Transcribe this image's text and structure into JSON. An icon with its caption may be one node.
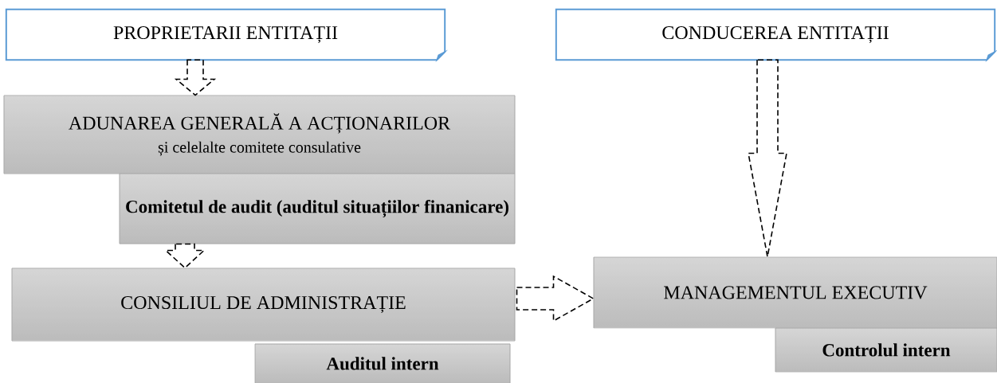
{
  "diagram": {
    "nodes": [
      {
        "text": [
          "PROPRIETARII ENTITAȚII"
        ]
      },
      {
        "text": [
          "CONDUCEREA ENTITAȚII"
        ]
      },
      {
        "text": [
          "ADUNAREA GENERALĂ A ACȚIONARILOR",
          "și celelalte comitete consulative"
        ]
      },
      {
        "text": [
          "Comitetul de audit (auditul situațiilor finanicare)"
        ]
      },
      {
        "text": [
          "CONSILIUL DE  ADMINISTRAȚIE"
        ]
      },
      {
        "text": [
          "Auditul intern"
        ]
      },
      {
        "text": [
          "MANAGEMENTUL EXECUTIV"
        ]
      },
      {
        "text": [
          "Controlul intern"
        ]
      }
    ],
    "edges": [
      {
        "from": 0,
        "to": 2,
        "arrow": "to",
        "style": "dashed"
      },
      {
        "from": 3,
        "to": 4,
        "arrow": "to",
        "style": "dashed"
      },
      {
        "from": 4,
        "to": 6,
        "arrow": "to",
        "style": "dashed"
      },
      {
        "from": 1,
        "to": 6,
        "arrow": "to",
        "style": "dashed"
      }
    ]
  }
}
